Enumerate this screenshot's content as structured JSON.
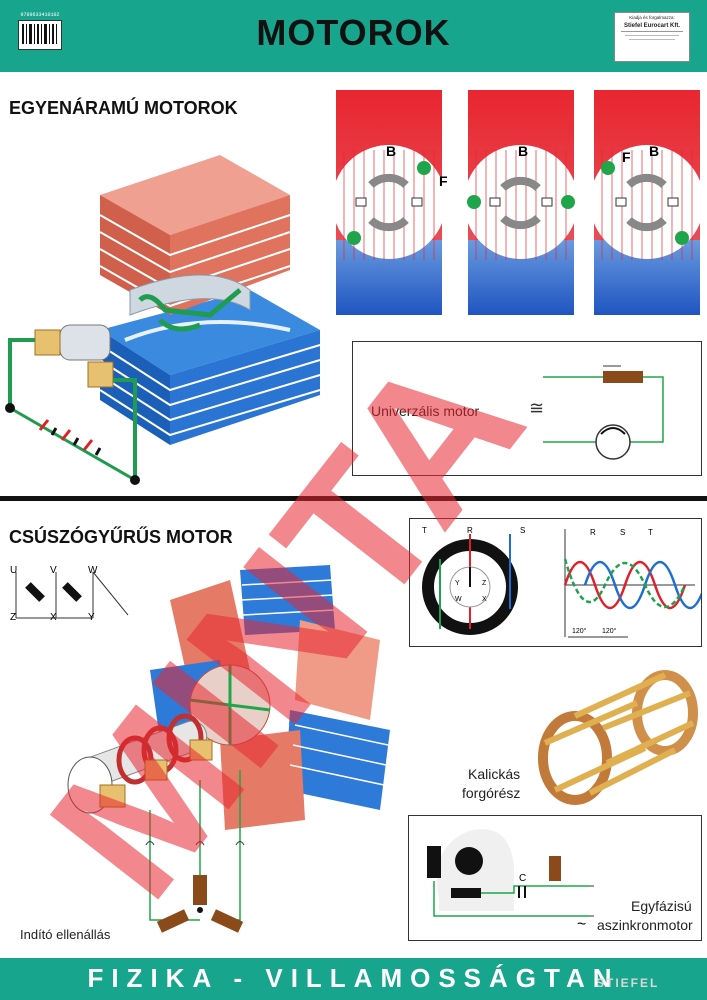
{
  "header": {
    "title": "MOTOROK",
    "barcode_number": "9789633410102",
    "publisher_lines": [
      "Kiadja és forgalmazza:",
      "Stiefel Eurocart Kft."
    ]
  },
  "dc_motors": {
    "title": "EGYENÁRAMÚ MOTOROK",
    "field_label": "B",
    "force_label": "F"
  },
  "universal_motor": {
    "label": "Univerzális motor",
    "symbol": "≅"
  },
  "slip_ring_motor": {
    "title": "CSÚSZÓGYŰRŰS MOTOR",
    "terminals_top": [
      "U",
      "V",
      "W"
    ],
    "terminals_bottom": [
      "Z",
      "X",
      "Y"
    ],
    "starter_label": "Indító ellenállás"
  },
  "three_phase": {
    "phase_labels": [
      "T",
      "R",
      "S"
    ],
    "coil_labels": [
      "Y",
      "Z",
      "W",
      "X"
    ],
    "wave_labels": [
      "R",
      "S",
      "T"
    ],
    "angle_1": "120°",
    "angle_2": "120°",
    "colors": {
      "R": "#e0202a",
      "S": "#1e6fd0",
      "T": "#20a050"
    }
  },
  "cage_rotor": {
    "label_line1": "Kalickás",
    "label_line2": "forgórész"
  },
  "single_phase": {
    "capacitor_label": "C",
    "symbol": "~",
    "label_line1": "Egyfázisú",
    "label_line2": "aszinkronmotor"
  },
  "watermark": {
    "text": "MINTA",
    "brand": "STIEFEL"
  },
  "footer": {
    "text": "FIZIKA - VILLAMOSSÁGTAN"
  },
  "colors": {
    "teal": "#18a58e",
    "red": "#e8262f",
    "blue": "#1f6bc9",
    "green": "#1fa64a"
  }
}
